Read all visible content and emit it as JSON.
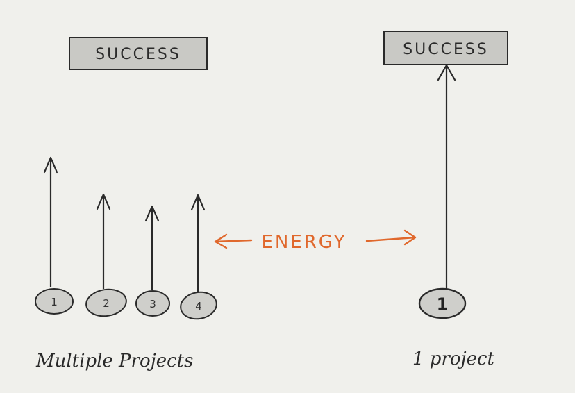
{
  "left": {
    "success_label": "SUCCESS",
    "projects": [
      {
        "label": "1",
        "level": 0.62
      },
      {
        "label": "2",
        "level": 0.45
      },
      {
        "label": "3",
        "level": 0.4
      },
      {
        "label": "4",
        "level": 0.46
      }
    ],
    "caption": "Multiple Projects"
  },
  "right": {
    "success_label": "SUCCESS",
    "project": {
      "label": "1",
      "level": 1.0
    },
    "caption": "1 project"
  },
  "energy": {
    "label": "ENERGY",
    "color": "#e0682c"
  },
  "colors": {
    "background": "#f0f0ec",
    "box_fill": "#c9c9c5",
    "ink": "#2a2a2a",
    "circle_fill": "#cfcfcb"
  }
}
